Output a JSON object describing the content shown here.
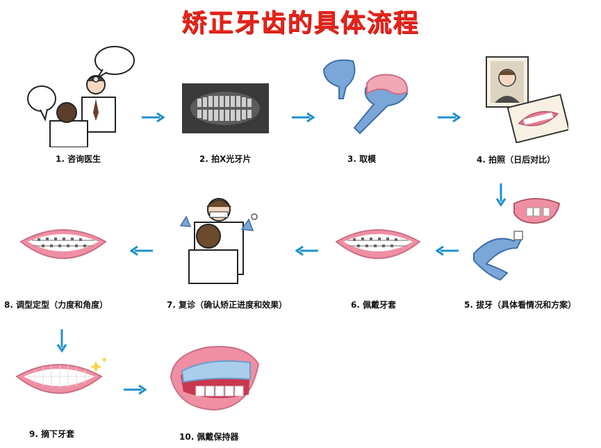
{
  "title": "矫正牙齿的具体流程",
  "steps": [
    {
      "label": "1. 咨询医生"
    },
    {
      "label": "2. 拍X光牙片"
    },
    {
      "label": "3. 取模"
    },
    {
      "label": "4. 拍照（日后对比）"
    },
    {
      "label": "5. 拔牙（具体看情况和方案）"
    },
    {
      "label": "6. 佩戴牙套"
    },
    {
      "label": "7. 复诊（确认矫正进度和效果）"
    },
    {
      "label": "8. 调型定型（力度和角度）"
    },
    {
      "label": "9. 摘下牙套"
    },
    {
      "label": "10. 佩戴保持器"
    }
  ],
  "colors": {
    "title": "#e8231a",
    "arrow": "#1e90cc",
    "gum": "#f2a7b4",
    "lip": "#f08fa3",
    "tool": "#7aa7d8"
  }
}
